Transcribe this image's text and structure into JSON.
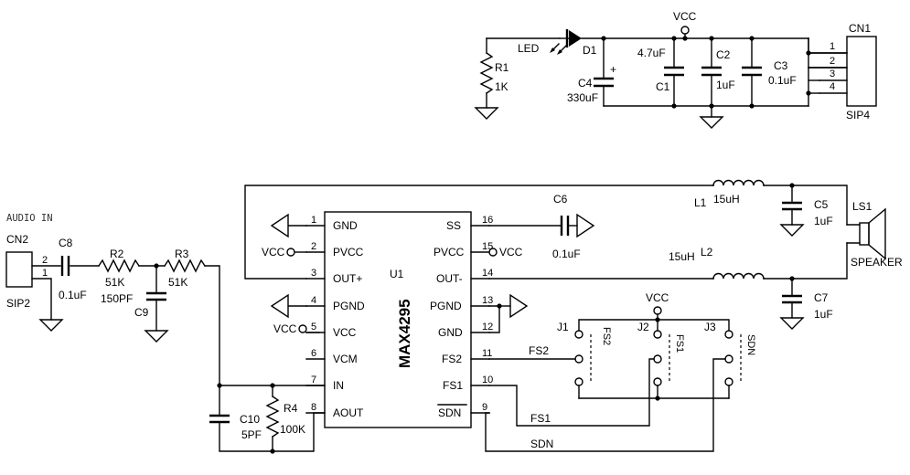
{
  "power": {
    "led": "LED",
    "d1": "D1",
    "r1": "R1",
    "r1_val": "1K",
    "vcc": "VCC",
    "c4": "C4",
    "c4_val": "330uF",
    "c4_plus": "+",
    "c1": "C1",
    "c1_val": "4.7uF",
    "c2": "C2",
    "c2_val": "1uF",
    "c3": "C3",
    "c3_val": "0.1uF",
    "cn1": "CN1",
    "cn1_pins": [
      "1",
      "2",
      "3",
      "4"
    ],
    "sip4": "SIP4"
  },
  "input": {
    "audio_in": "AUDIO IN",
    "cn2": "CN2",
    "sip2": "SIP2",
    "cn2_pin2": "2",
    "cn2_pin1": "1",
    "c8": "C8",
    "c8_val": "0.1uF",
    "r2": "R2",
    "r2_val": "51K",
    "r3": "R3",
    "r3_val": "51K",
    "c9": "C9",
    "c9_val": "150PF",
    "c10": "C10",
    "c10_val": "5PF",
    "r4": "R4",
    "r4_val": "100K"
  },
  "chip": {
    "part": "MAX4295",
    "ref": "U1",
    "left_pins": [
      {
        "num": "1",
        "name": "GND"
      },
      {
        "num": "2",
        "name": "PVCC"
      },
      {
        "num": "3",
        "name": "OUT+"
      },
      {
        "num": "4",
        "name": "PGND"
      },
      {
        "num": "5",
        "name": "VCC"
      },
      {
        "num": "6",
        "name": "VCM"
      },
      {
        "num": "7",
        "name": "IN"
      },
      {
        "num": "8",
        "name": "AOUT"
      }
    ],
    "right_pins": [
      {
        "num": "16",
        "name": "SS"
      },
      {
        "num": "15",
        "name": "PVCC"
      },
      {
        "num": "14",
        "name": "OUT-"
      },
      {
        "num": "13",
        "name": "PGND"
      },
      {
        "num": "12",
        "name": "GND"
      },
      {
        "num": "11",
        "name": "FS2"
      },
      {
        "num": "10",
        "name": "FS1"
      },
      {
        "num": "9",
        "name": "SDN"
      }
    ],
    "vcc_pin2": "VCC",
    "vcc_pin5": "VCC",
    "vcc_pin15": "VCC"
  },
  "output": {
    "c6": "C6",
    "c6_val": "0.1uF",
    "l1": "L1",
    "l1_val": "15uH",
    "l2": "L2",
    "l2_val": "15uH",
    "c5": "C5",
    "c5_val": "1uF",
    "c7": "C7",
    "c7_val": "1uF",
    "ls1": "LS1",
    "speaker": "SPEAKER"
  },
  "jumpers": {
    "vcc": "VCC",
    "j1": "J1",
    "j2": "J2",
    "j3": "J3",
    "j1_sig": "FS2",
    "j2_sig": "FS1",
    "j3_sig": "SDN",
    "net_fs2": "FS2",
    "net_fs1": "FS1",
    "net_sdn": "SDN"
  }
}
